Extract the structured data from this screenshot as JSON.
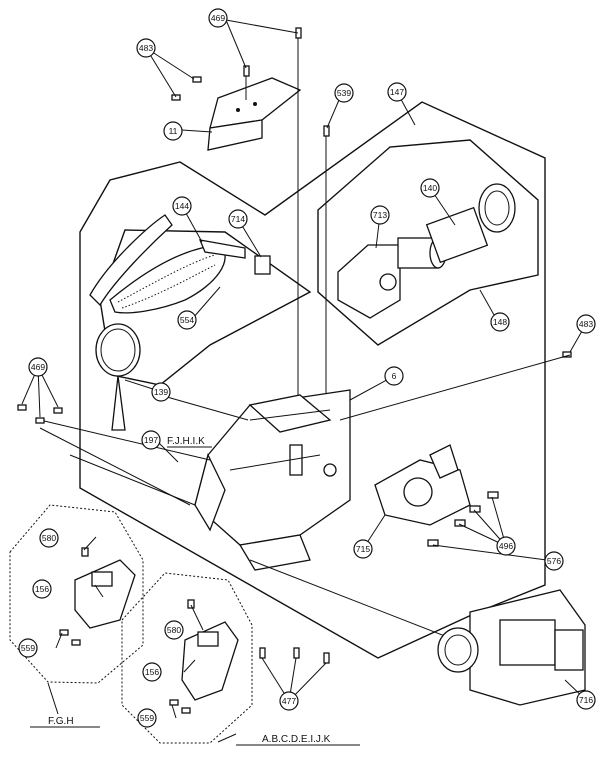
{
  "callouts": [
    {
      "id": "c469a",
      "text": "469"
    },
    {
      "id": "c483a",
      "text": "483"
    },
    {
      "id": "c11",
      "text": "11"
    },
    {
      "id": "c539",
      "text": "539"
    },
    {
      "id": "c147",
      "text": "147"
    },
    {
      "id": "c144",
      "text": "144"
    },
    {
      "id": "c714",
      "text": "714"
    },
    {
      "id": "c713",
      "text": "713"
    },
    {
      "id": "c140",
      "text": "140"
    },
    {
      "id": "c554",
      "text": "554"
    },
    {
      "id": "c148",
      "text": "148"
    },
    {
      "id": "c483b",
      "text": "483"
    },
    {
      "id": "c139",
      "text": "139"
    },
    {
      "id": "c469b",
      "text": "469"
    },
    {
      "id": "c6",
      "text": "6"
    },
    {
      "id": "c197",
      "text": "197"
    },
    {
      "id": "c580a",
      "text": "580"
    },
    {
      "id": "c156a",
      "text": "156"
    },
    {
      "id": "c559a",
      "text": "559"
    },
    {
      "id": "c580b",
      "text": "580"
    },
    {
      "id": "c156b",
      "text": "156"
    },
    {
      "id": "c559b",
      "text": "559"
    },
    {
      "id": "c477",
      "text": "477"
    },
    {
      "id": "c715",
      "text": "715"
    },
    {
      "id": "c576",
      "text": "576"
    },
    {
      "id": "c496",
      "text": "496"
    },
    {
      "id": "c716",
      "text": "716"
    }
  ],
  "labels": {
    "fhijk": "F.J.H.I.K",
    "fgh": "F.G.H",
    "abcdeijk": "A.B.C.D.E.I.J.K"
  }
}
